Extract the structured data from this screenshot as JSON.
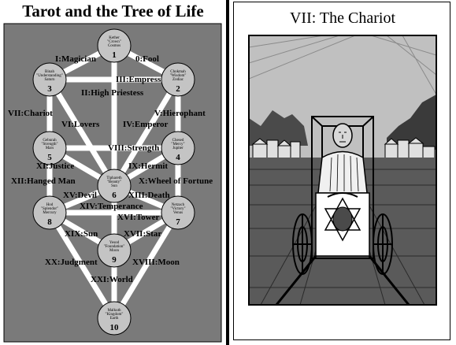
{
  "tree": {
    "title": "Tarot and the Tree of Life",
    "sephiroth": [
      {
        "number": "1",
        "line1": "Kether",
        "line2": "\"Crown\"",
        "line3": "Cosmos"
      },
      {
        "number": "2",
        "line1": "Chokmah",
        "line2": "\"Wisdom\"",
        "line3": "Zodiac"
      },
      {
        "number": "3",
        "line1": "Binah",
        "line2": "\"Understanding\"",
        "line3": "Saturn"
      },
      {
        "number": "4",
        "line1": "Chesed",
        "line2": "\"Mercy\"",
        "line3": "Jupiter"
      },
      {
        "number": "5",
        "line1": "Geburah",
        "line2": "\"Strength\"",
        "line3": "Mars"
      },
      {
        "number": "6",
        "line1": "Tiphareth",
        "line2": "\"Beauty\"",
        "line3": "Sun"
      },
      {
        "number": "7",
        "line1": "Netzach",
        "line2": "\"Victory\"",
        "line3": "Venus"
      },
      {
        "number": "8",
        "line1": "Hod",
        "line2": "\"Splendor\"",
        "line3": "Mercury"
      },
      {
        "number": "9",
        "line1": "Yesod",
        "line2": "\"Foundation\"",
        "line3": "Moon"
      },
      {
        "number": "10",
        "line1": "Malkuth",
        "line2": "\"Kingdom\"",
        "line3": "Earth"
      }
    ],
    "paths": [
      {
        "label": "0:Fool"
      },
      {
        "label": "I:Magician"
      },
      {
        "label": "II:High Priestess"
      },
      {
        "label": "III:Empress"
      },
      {
        "label": "IV:Emperor"
      },
      {
        "label": "V:Hierophant"
      },
      {
        "label": "VI:Lovers"
      },
      {
        "label": "VII:Chariot"
      },
      {
        "label": "VIII:Strength"
      },
      {
        "label": "IX:Hermit"
      },
      {
        "label": "X:Wheel of Fortune"
      },
      {
        "label": "XI:Justice"
      },
      {
        "label": "XII:Hanged Man"
      },
      {
        "label": "XIII:Death"
      },
      {
        "label": "XIV:Temperance"
      },
      {
        "label": "XV:Devil"
      },
      {
        "label": "XVI:Tower"
      },
      {
        "label": "XVII:Star"
      },
      {
        "label": "XVIII:Moon"
      },
      {
        "label": "XIX:Sun"
      },
      {
        "label": "XX:Judgment"
      },
      {
        "label": "XXI:World"
      }
    ]
  },
  "card": {
    "title": "VII: The Chariot"
  },
  "colors": {
    "panel_bg": "#7a7a7a",
    "path": "#ffffff",
    "sephira_fill": "#c4c4c4",
    "ink": "#000000",
    "sky": "#b8b8b8",
    "mountain": "#4a4a4a",
    "ground": "#5a5a5a"
  }
}
